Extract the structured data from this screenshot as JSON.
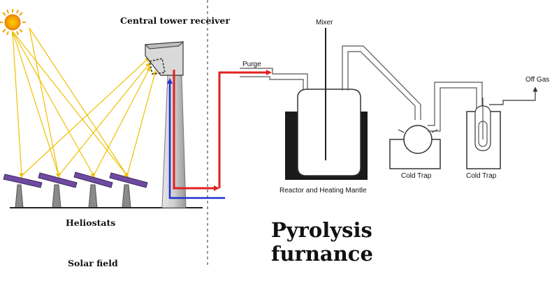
{
  "solar_side": {
    "tower_title": "Central tower receiver",
    "heliostats_label": "Heliostats",
    "solar_field_label": "Solar field"
  },
  "pyrolysis_side": {
    "mixer_label": "Mixer",
    "purge_label": "Purge",
    "off_gas_label": "Off Gas",
    "reactor_label": "Reactor and Heating Mantle",
    "cold_trap_1_label": "Cold Trap",
    "cold_trap_2_label": "Cold Trap",
    "furnace_title": "Pyrolysis furnance"
  },
  "colors": {
    "sun": "#f5a400",
    "sun_rays": "#f5c400",
    "light_rays": "#f0c000",
    "hot_flow": "#e02020",
    "cold_flow": "#2030d0",
    "heliostat_panel": "#6f4aa0",
    "equipment_line": "#555555",
    "mantle": "#1a1a1a"
  },
  "icons": [
    "sun-icon",
    "heliostat-mirror-icon",
    "tower-icon",
    "receiver-icon",
    "reactor-icon",
    "mixer-icon",
    "cold-trap-icon",
    "arrow-icon"
  ]
}
